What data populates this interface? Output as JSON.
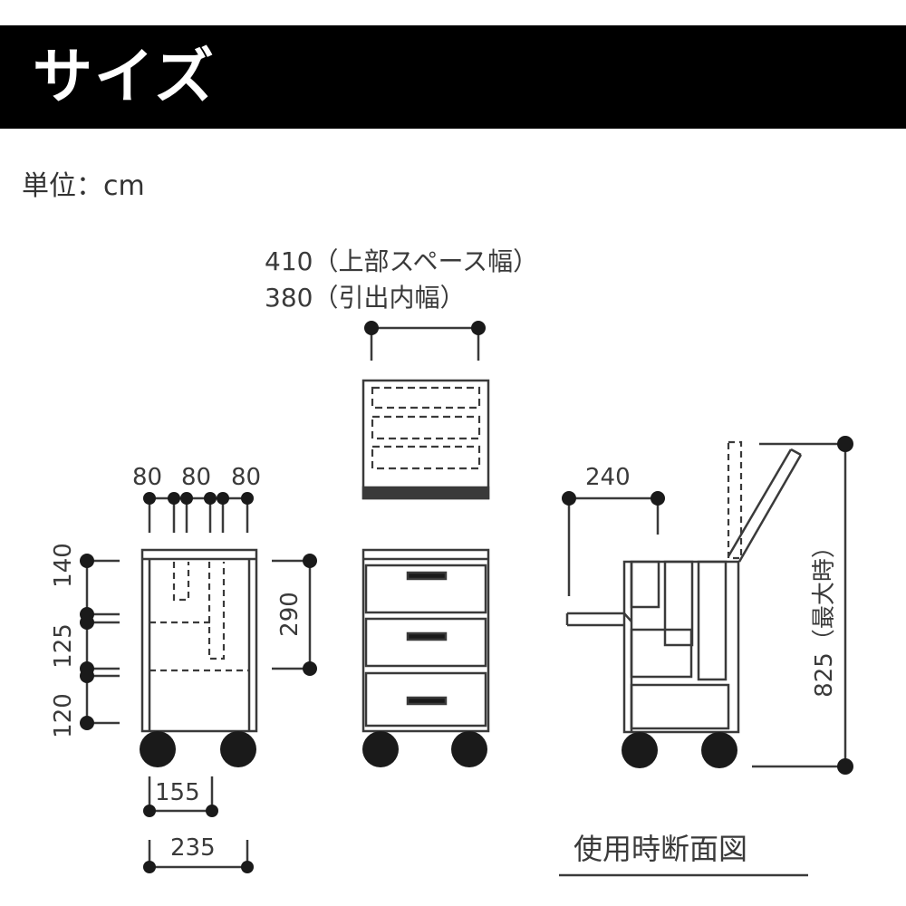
{
  "header": {
    "title": "サイズ"
  },
  "unit": "単位：cm",
  "top_view": {
    "width_top": "410（上部スペース幅）",
    "width_drawer": "380（引出内幅）"
  },
  "side_view": {
    "top_gaps": [
      "80",
      "80",
      "80"
    ],
    "heights": [
      "140",
      "125",
      "120"
    ],
    "inner_height": "290",
    "inner_depth": "155",
    "depth": "235"
  },
  "section_view": {
    "shelf_depth": "240",
    "max_height": "825（最大時）",
    "caption": "使用時断面図"
  },
  "colors": {
    "header_bg": "#000000",
    "header_text": "#ffffff",
    "line": "#3a3a3a"
  }
}
